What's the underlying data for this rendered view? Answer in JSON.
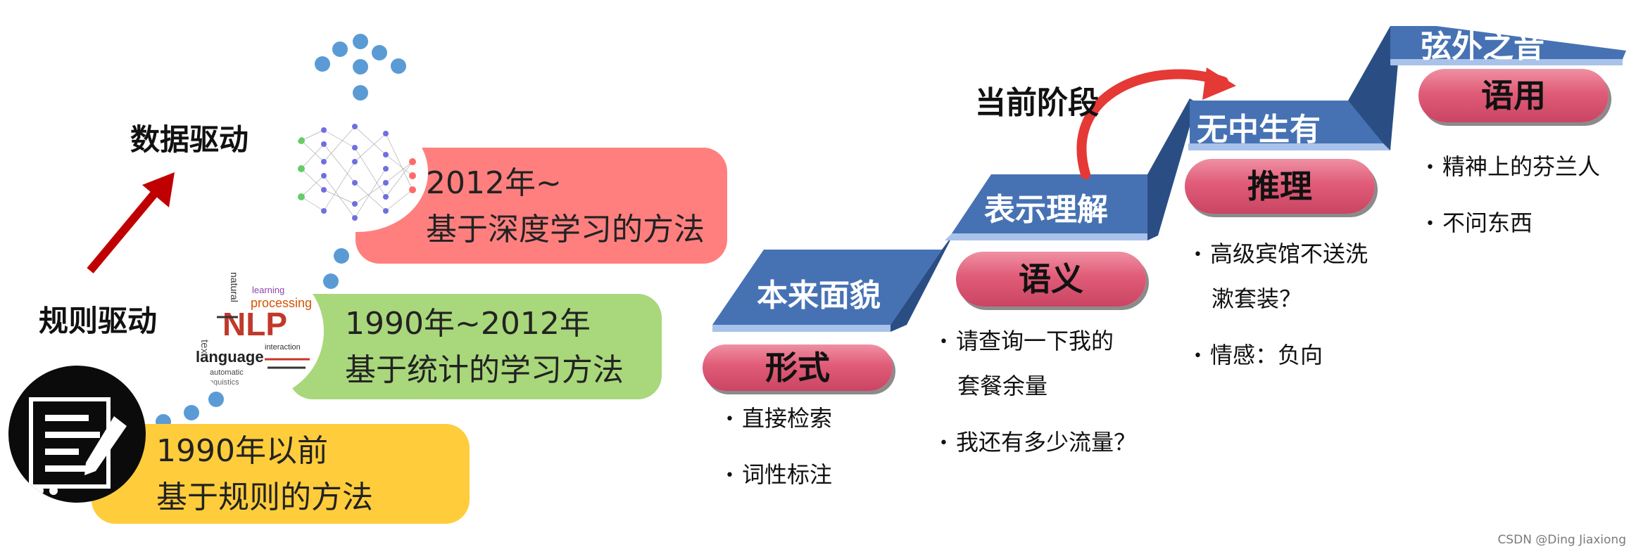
{
  "left": {
    "data_driven_label": "数据驱动",
    "rule_driven_label": "规则驱动",
    "eras": [
      {
        "line1": "2012年~",
        "line2": "基于深度学习的方法",
        "color": "#ff7f7f"
      },
      {
        "line1": "1990年~2012年",
        "line2": "基于统计的学习方法",
        "color": "#a9d77b"
      },
      {
        "line1": "1990年以前",
        "line2": "基于规则的方法",
        "color": "#ffcd3b"
      }
    ],
    "icons": [
      "neural-network-icon",
      "nlp-word-cloud-icon",
      "document-edit-icon"
    ],
    "word_cloud": [
      "NLP",
      "natural",
      "language",
      "processing",
      "learning",
      "text",
      "automatic",
      "linguistics",
      "interaction"
    ]
  },
  "right": {
    "current_stage_label": "当前阶段",
    "steps": [
      {
        "title": "本来面貌",
        "pill": "形式",
        "bullets": [
          [
            "直接检索"
          ],
          [
            "词性标注"
          ]
        ]
      },
      {
        "title": "表示理解",
        "pill": "语义",
        "bullets": [
          [
            "请查询一下我的",
            "套餐余量"
          ],
          [
            "我还有多少流量？"
          ]
        ]
      },
      {
        "title": "无中生有",
        "pill": "推理",
        "bullets": [
          [
            "高级宾馆不送洗",
            "漱套装？"
          ],
          [
            "情感：负向"
          ]
        ]
      },
      {
        "title": "弦外之音",
        "pill": "语用",
        "bullets": [
          [
            "精神上的芬兰人"
          ],
          [
            "不问东西"
          ]
        ]
      }
    ],
    "colors": {
      "stair_top": "#4672b4",
      "stair_side": "#2a4e84",
      "pill": "#e05c78",
      "arrow": "#e53935",
      "timeline_dot": "#5b9bd5",
      "up_arrow": "#c00000"
    }
  },
  "watermark": "CSDN @Ding Jiaxiong"
}
